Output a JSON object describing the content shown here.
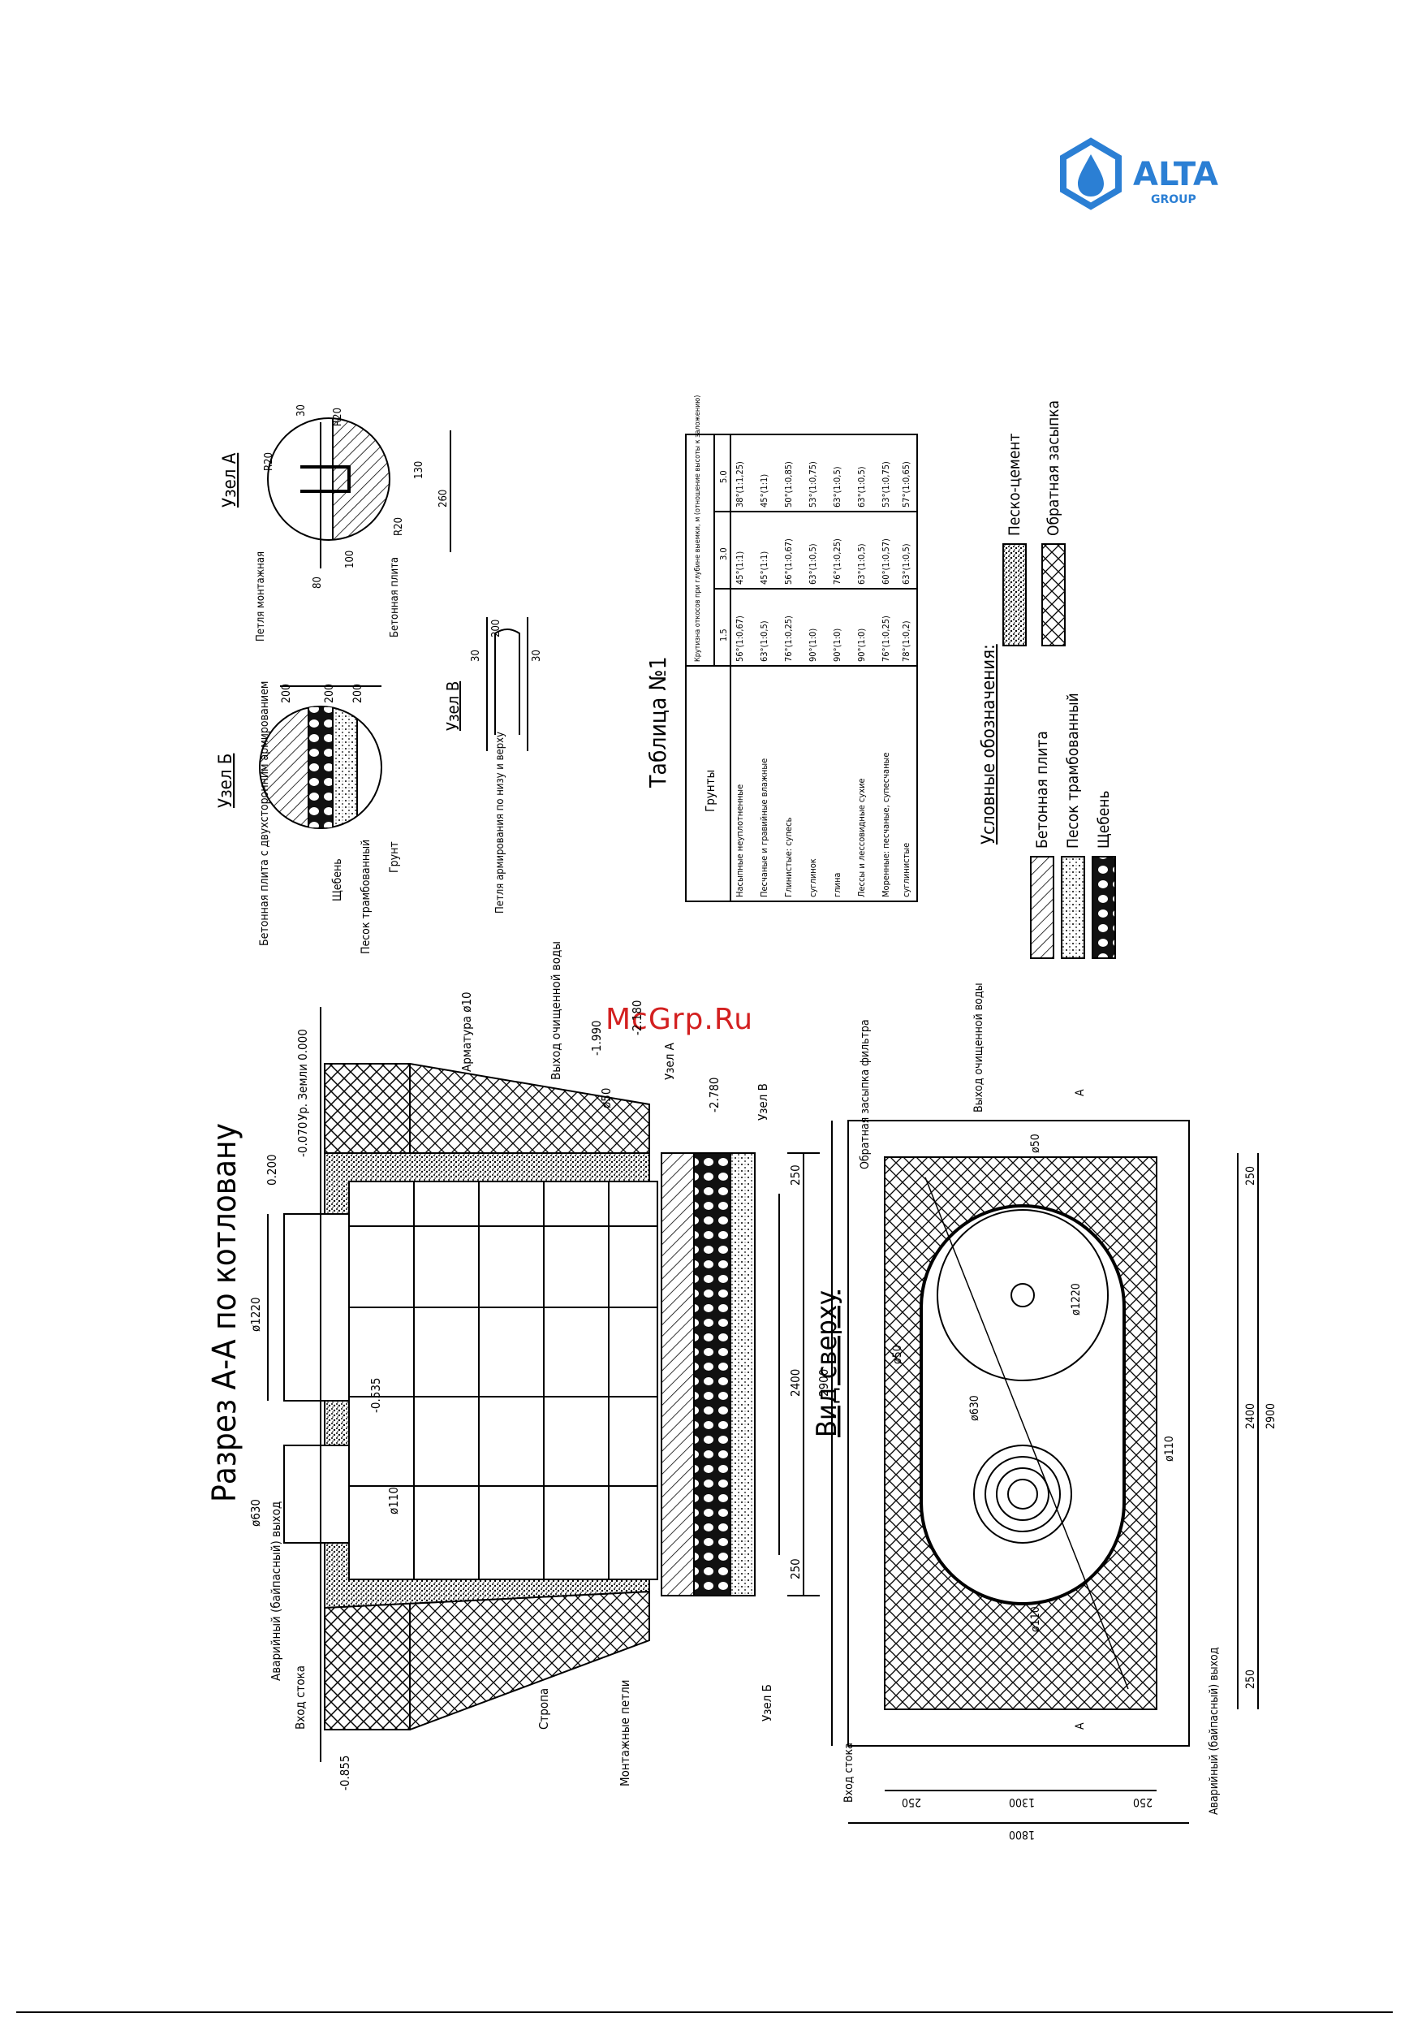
{
  "logo": {
    "name": "ALTA",
    "sub": "GROUP",
    "accent": "#2b7fd4"
  },
  "watermark": "McGrp.Ru",
  "section": {
    "title": "Разрез А-А по котловану",
    "dims": {
      "d1220": "ø1220",
      "d630": "ø630",
      "d110": "ø110",
      "d50": "ø50",
      "w250a": "250",
      "w2400": "2400",
      "w2900": "2900",
      "w250b": "250",
      "w200": "0.200"
    },
    "levels": {
      "ground": "Ур. Земли 0.000",
      "top": "-0.070",
      "mid": "-0.535",
      "low1": "-1.990",
      "low2": "-2.180",
      "low3": "-2.780",
      "bottom": "-0.855"
    },
    "labels": {
      "emergency": "Аварийный (байпасный) выход",
      "input": "Вход стока",
      "rebar": "Арматура ø10",
      "output": "Выход очищенной воды",
      "sling": "Стропа",
      "plate": "Монтажные петли",
      "nodeA": "Узел А",
      "nodeB": "Узел Б",
      "nodeV": "Узел В"
    }
  },
  "nodeB": {
    "title": "Узел Б",
    "labels": [
      "Бетонная плита с двухсторонним армированием",
      "Щебень",
      "Песок трамбованный",
      "Грунт"
    ],
    "dims": [
      "200",
      "200",
      "200"
    ]
  },
  "nodeA": {
    "title": "Узел А",
    "labels": [
      "Петля монтажная",
      "Бетонная плита"
    ],
    "dims": [
      "30",
      "R20",
      "R20",
      "130",
      "260",
      "80",
      "100",
      "R20"
    ]
  },
  "nodeV": {
    "title": "Узел В",
    "label": "Петля армирования по низу и верху",
    "dims": [
      "30",
      "200",
      "30"
    ]
  },
  "table": {
    "title": "Таблица №1",
    "header_col": "Грунты",
    "header_span": "Крутизна откосов при глубине выемки, м (отношение высоты к заложению)",
    "depths": [
      "1.5",
      "3.0",
      "5.0"
    ],
    "rows": [
      [
        "Насыпные неуплотненные",
        "56°(1:0,67)",
        "45°(1:1)",
        "38°(1:1,25)"
      ],
      [
        "Песчаные и гравийные влажные",
        "63°(1:0,5)",
        "45°(1:1)",
        "45°(1:1)"
      ],
      [
        "Глинистые: супесь",
        "76°(1:0,25)",
        "56°(1:0,67)",
        "50°(1:0,85)"
      ],
      [
        "суглинок",
        "90°(1:0)",
        "63°(1:0,5)",
        "53°(1:0,75)"
      ],
      [
        "глина",
        "90°(1:0)",
        "76°(1:0,25)",
        "63°(1:0,5)"
      ],
      [
        "Лессы и лессовидные сухие",
        "90°(1:0)",
        "63°(1:0,5)",
        "63°(1:0,5)"
      ],
      [
        "Моренные: песчаные, супесчаные",
        "76°(1:0,25)",
        "60°(1:0,57)",
        "53°(1:0,75)"
      ],
      [
        "суглинистые",
        "78°(1:0,2)",
        "63°(1:0,5)",
        "57°(1:0,65)"
      ]
    ]
  },
  "legend": {
    "title": "Условные обозначения:",
    "items": [
      "Бетонная плита",
      "Песок трамбованный",
      "Щебень",
      "Песко-цемент",
      "Обратная засыпка"
    ]
  },
  "plan": {
    "title": "Вид сверху",
    "labels": {
      "slope": "Обратная засыпка фильтра",
      "output": "Выход очищенной воды",
      "input": "Вход стока",
      "emergency": "Аварийный (байпасный) выход",
      "cut": "А"
    },
    "dims": {
      "d50a": "ø50",
      "d50b": "ø50",
      "d630": "ø630",
      "d1220": "ø1220",
      "d110a": "ø110",
      "d110b": "ø110",
      "w250a": "250",
      "w2400": "2400",
      "w2900": "2900",
      "w250b": "250",
      "h250a": "250",
      "h1300": "1300",
      "h250b": "250",
      "h1800": "1800"
    }
  }
}
